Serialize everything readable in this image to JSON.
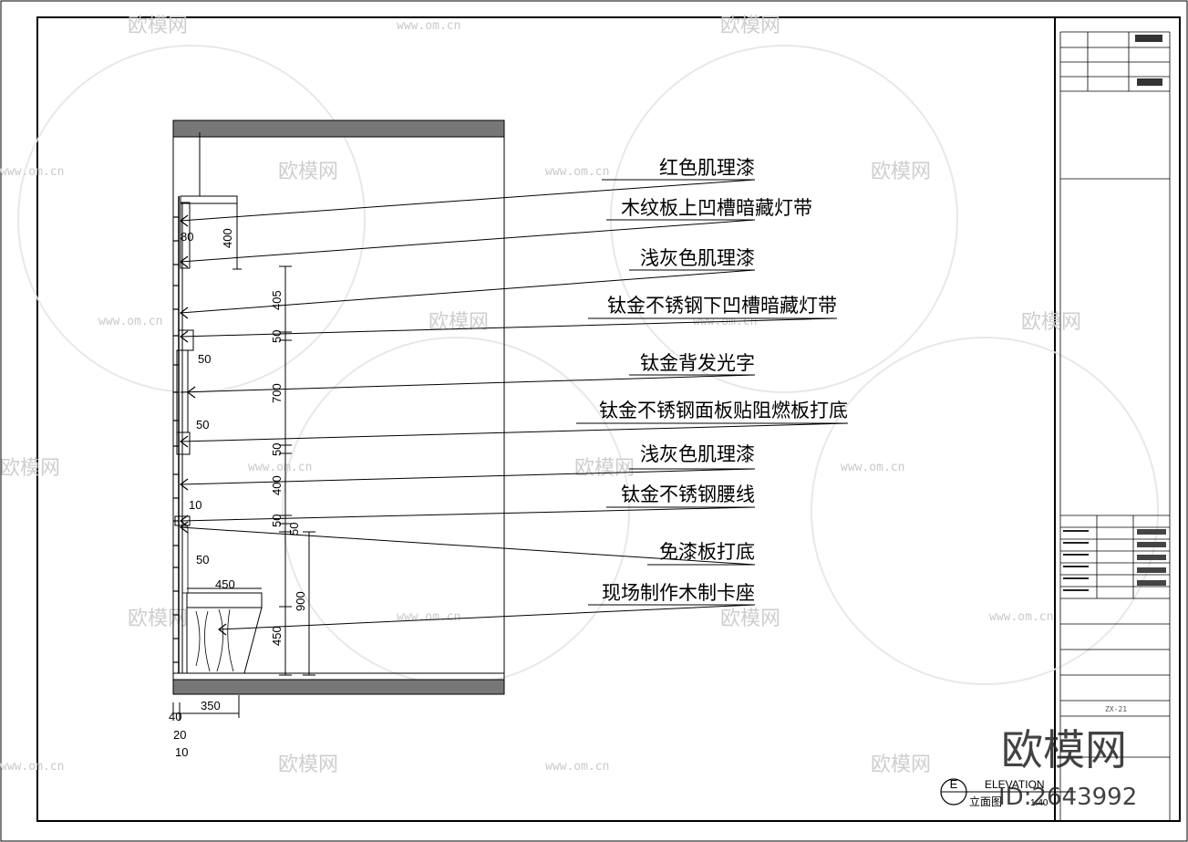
{
  "callouts": [
    {
      "label": "红色肌理漆"
    },
    {
      "label": "木纹板上凹槽暗藏灯带"
    },
    {
      "label": "浅灰色肌理漆"
    },
    {
      "label": "钛金不锈钢下凹槽暗藏灯带"
    },
    {
      "label": "钛金背发光字"
    },
    {
      "label": "钛金不锈钢面板贴阻燃板打底"
    },
    {
      "label": "浅灰色肌理漆"
    },
    {
      "label": "钛金不锈钢腰线"
    },
    {
      "label": "免漆板打底"
    },
    {
      "label": "现场制作木制卡座"
    }
  ],
  "dimensions": {
    "d400_top": "400",
    "d80": "80",
    "d405": "405",
    "d50_a": "50",
    "d50_b": "50",
    "d700": "700",
    "d50_c": "50",
    "d50_d": "50",
    "d400_mid": "400",
    "d10": "10",
    "d50_e": "50",
    "d50_f": "50",
    "d50_g": "50",
    "d450_seat": "450",
    "d900": "900",
    "d450_h": "450",
    "d350": "350",
    "d40": "40",
    "d20": "20",
    "d10_b": "10"
  },
  "elevation": {
    "marker": "E",
    "title": "ELEVATION",
    "subtitle": "立面图",
    "scale": "1:40"
  },
  "title_block": {
    "drawing_no": "ZX-21"
  },
  "watermark": {
    "brand": "欧模网",
    "url": "www.om.cn",
    "id": "ID:2643992"
  }
}
